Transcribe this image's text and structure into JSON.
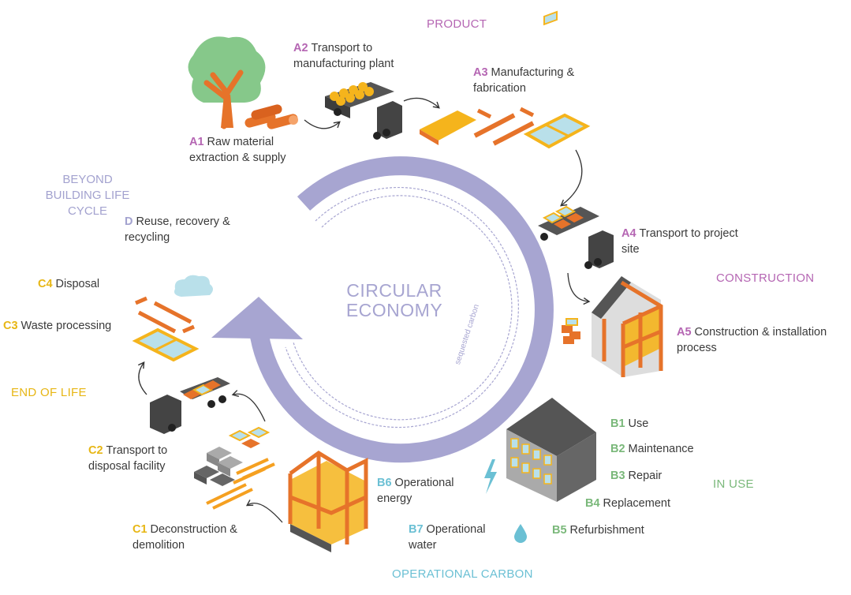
{
  "colors": {
    "product": "#b566b3",
    "construction": "#b566b3",
    "use": "#7ab87a",
    "end_of_life": "#e7b614",
    "beyond": "#a3a2cf",
    "operational": "#6bc0d4",
    "circle": "#a7a5d1",
    "timber": "#e6732a",
    "panel_yellow": "#f5b41c",
    "glass": "#b9e0ea",
    "truck": "#4a4a4a",
    "tree": "#86c88a"
  },
  "center": {
    "line1": "CIRCULAR",
    "line2": "ECONOMY"
  },
  "sequestered": "sequested carbon",
  "stages": {
    "product": "PRODUCT",
    "construction": "CONSTRUCTION",
    "in_use": "IN USE",
    "end_of_life": "END OF LIFE",
    "beyond_l1": "BEYOND",
    "beyond_l2": "BUILDING LIFE",
    "beyond_l3": "CYCLE",
    "operational": "OPERATIONAL CARBON"
  },
  "modules": {
    "a1": {
      "code": "A1",
      "l1": "Raw material",
      "l2": "extraction & supply"
    },
    "a2": {
      "code": "A2",
      "l1": "Transport to",
      "l2": "manufacturing plant"
    },
    "a3": {
      "code": "A3",
      "l1": "Manufacturing &",
      "l2": "fabrication"
    },
    "a4": {
      "code": "A4",
      "l1": "Transport to project",
      "l2": "site"
    },
    "a5": {
      "code": "A5",
      "l1": "Construction & installation",
      "l2": "process"
    },
    "b1": {
      "code": "B1",
      "l1": "Use"
    },
    "b2": {
      "code": "B2",
      "l1": "Maintenance"
    },
    "b3": {
      "code": "B3",
      "l1": "Repair"
    },
    "b4": {
      "code": "B4",
      "l1": "Replacement"
    },
    "b5": {
      "code": "B5",
      "l1": "Refurbishment"
    },
    "b6": {
      "code": "B6",
      "l1": "Operational",
      "l2": "energy"
    },
    "b7": {
      "code": "B7",
      "l1": "Operational",
      "l2": "water"
    },
    "c1": {
      "code": "C1",
      "l1": "Deconstruction &",
      "l2": "demolition"
    },
    "c2": {
      "code": "C2",
      "l1": "Transport to",
      "l2": "disposal facility"
    },
    "c3": {
      "code": "C3",
      "l1": "Waste processing"
    },
    "c4": {
      "code": "C4",
      "l1": "Disposal"
    },
    "d": {
      "code": "D",
      "l1": "Reuse, recovery &",
      "l2": "recycling"
    }
  }
}
